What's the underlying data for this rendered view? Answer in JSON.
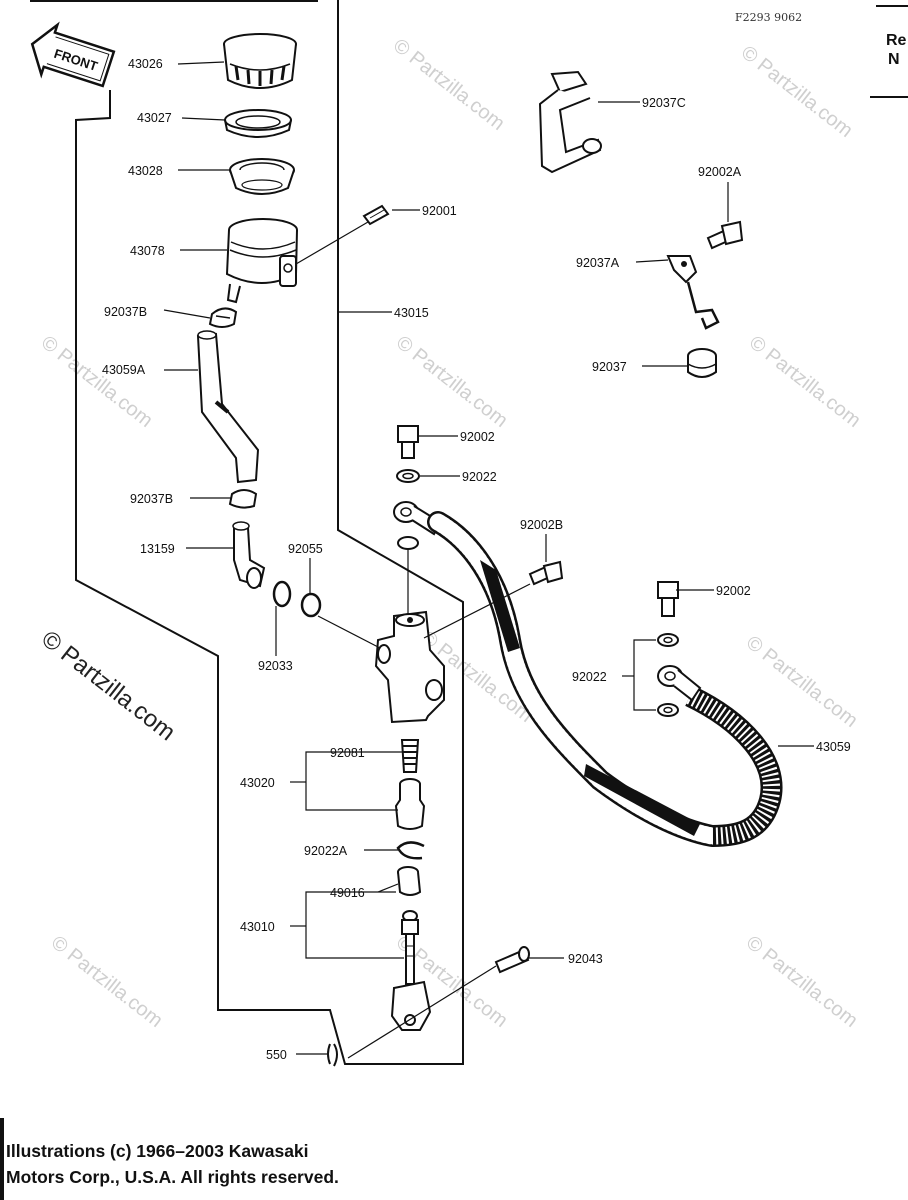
{
  "diagram": {
    "ref_code": "F2293 9062",
    "front_label": "FRONT",
    "edge_text": [
      "Re",
      "N"
    ],
    "watermark_large": "© Partzilla.com",
    "watermark": "© Partzilla.com",
    "parts": {
      "p43026": "43026",
      "p43027": "43027",
      "p43028": "43028",
      "p43078": "43078",
      "p92037B_top": "92037B",
      "p43059A": "43059A",
      "p92037B_bot": "92037B",
      "p13159": "13159",
      "p92001": "92001",
      "p43015": "43015",
      "p92037C": "92037C",
      "p92002A": "92002A",
      "p92037A": "92037A",
      "p92037": "92037",
      "p92002_mid": "92002",
      "p92022_mid": "92022",
      "p92002B": "92002B",
      "p92055": "92055",
      "p92033": "92033",
      "p92002_right": "92002",
      "p92022_right": "92022",
      "p43059": "43059",
      "p43020": "43020",
      "p92081": "92081",
      "p92022A": "92022A",
      "p43010": "43010",
      "p49016": "49016",
      "p92043": "92043",
      "p550": "550"
    }
  },
  "footer": {
    "line1": "Illustrations (c) 1966–2003 Kawasaki",
    "line2": "Motors Corp., U.S.A.  All rights reserved."
  }
}
